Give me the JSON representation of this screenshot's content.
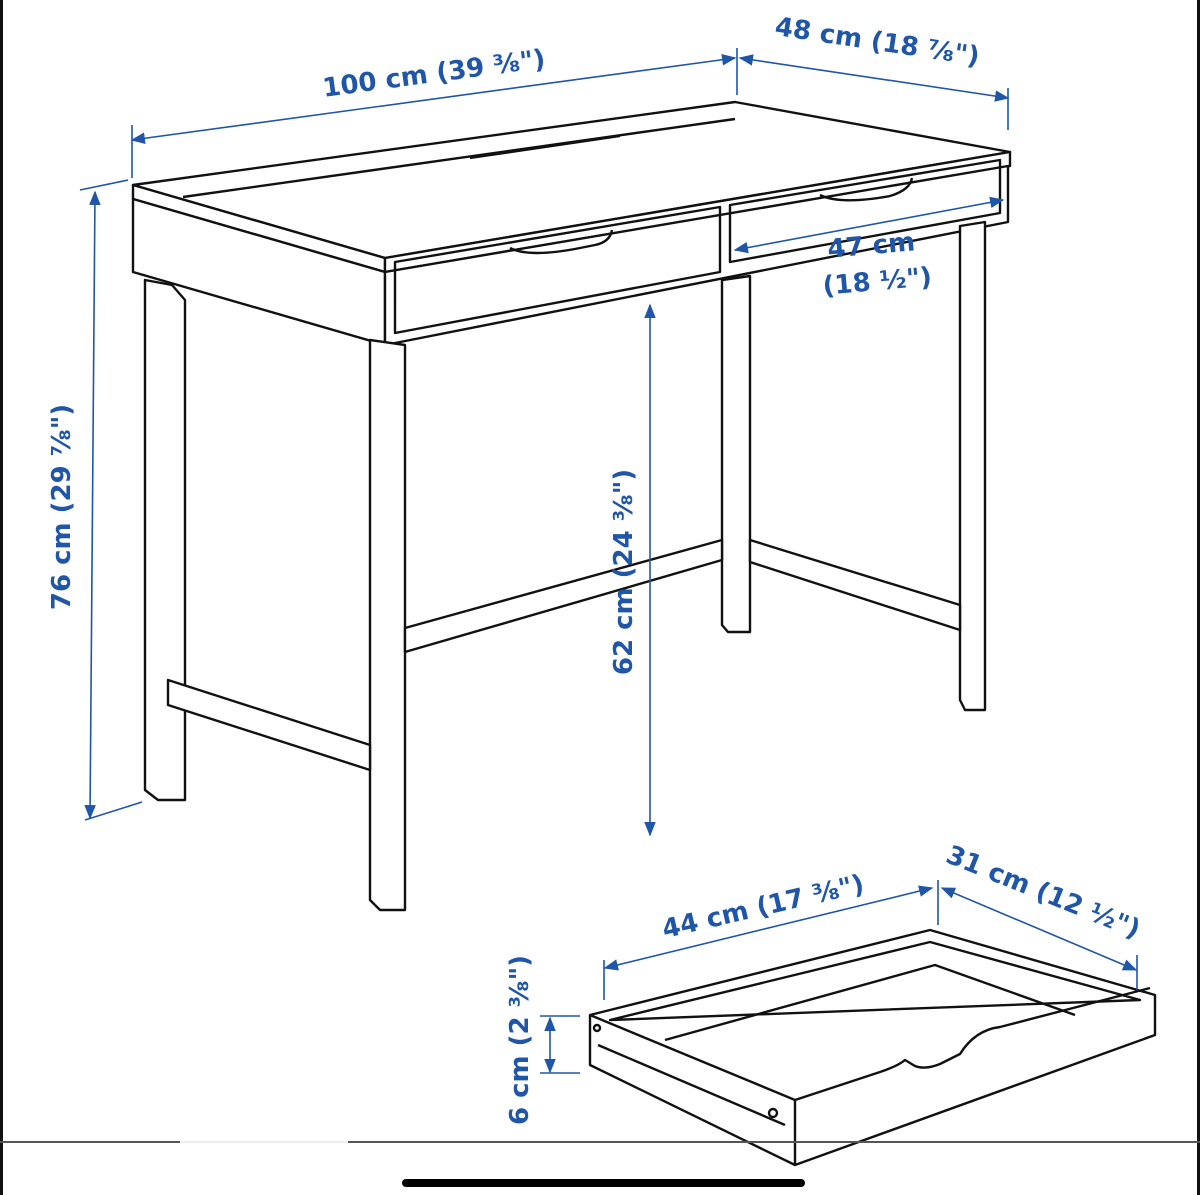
{
  "diagram": {
    "accent_color": "#1f56a8",
    "desk": {
      "width_label": "100 cm (39 ⅜\")",
      "depth_label": "48 cm (18 ⅞\")",
      "height_label": "76 cm (29 ⅞\")",
      "leg_clearance_label": "62 cm (24 ⅜\")",
      "drawer_width_label_cm": "47 cm",
      "drawer_width_label_in": "(18 ½\")"
    },
    "drawer": {
      "width_label": "44 cm (17 ⅜\")",
      "depth_label": "31 cm (12 ½\")",
      "height_label": "6 cm (2 ⅜\")"
    }
  }
}
